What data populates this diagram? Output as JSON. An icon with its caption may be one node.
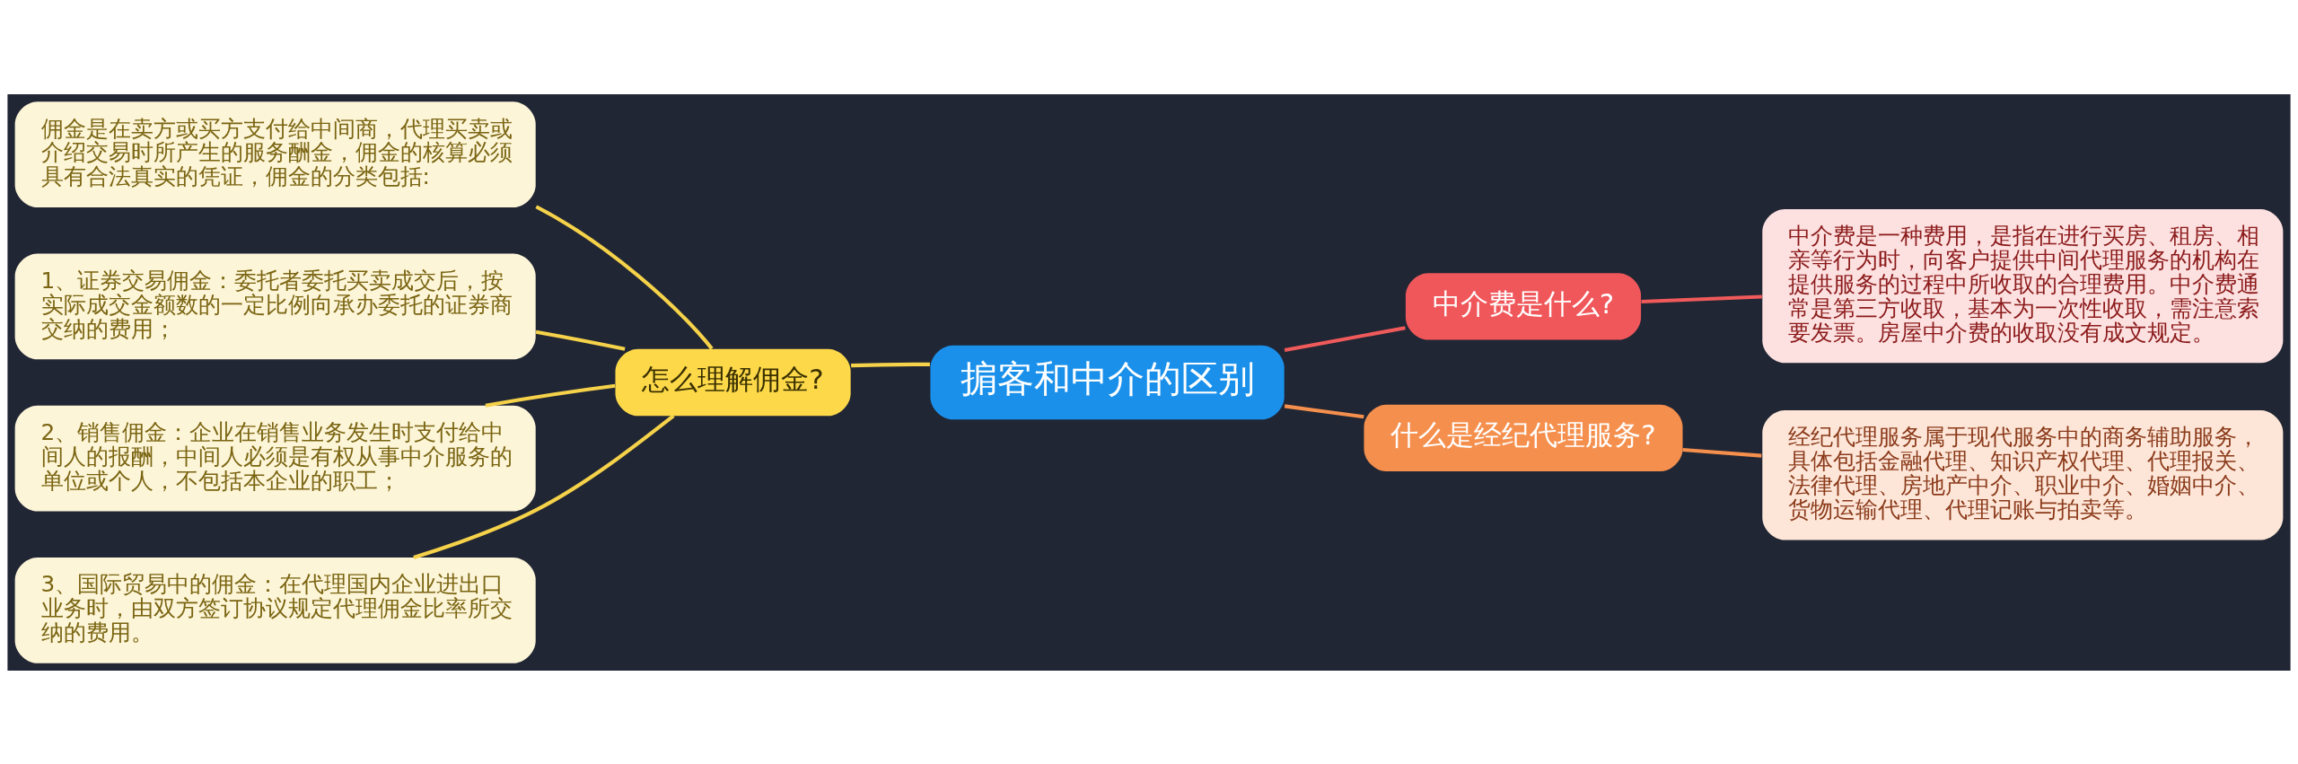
{
  "diagram": {
    "nodes": [
      {
        "text": [
          "掮客和中介的区别"
        ]
      },
      {
        "text": [
          "中介费是什么?"
        ]
      },
      {
        "text": [
          "中介费是一种费用，是指在进行买房、租房、相亲等行为时，向客户提供中间代理服务的机构在提供服务的过程中所收取的合理费用。中介费通常是第三方收取，基本为一次性收取，需注意索要发票。房屋中介费的收取没有成文规定。"
        ]
      },
      {
        "text": [
          "什么是经纪代理服务?"
        ]
      },
      {
        "text": [
          "经纪代理服务属于现代服务中的商务辅助服务，具体包括金融代理、知识产权代理、代理报关、法律代理、房地产中介、职业中介、婚姻中介、货物运输代理、代理记账与拍卖等。"
        ]
      },
      {
        "text": [
          "怎么理解佣金?"
        ]
      },
      {
        "text": [
          "佣金是在卖方或买方支付给中间商，代理买卖或介绍交易时所产生的服务酬金，佣金的核算必须具有合法真实的凭证，佣金的分类包括:"
        ]
      },
      {
        "text": [
          "1、证券交易佣金：委托者委托买卖成交后，按实际成交金额数的一定比例向承办委托的证券商交纳的费用；"
        ]
      },
      {
        "text": [
          "2、销售佣金：企业在销售业务发生时支付给中间人的报酬，中间人必须是有权从事中介服务的单位或个人，不包括本企业的职工；"
        ]
      },
      {
        "text": [
          "3、国际贸易中的佣金：在代理国内企业进出口业务时，由双方签订协议规定代理佣金比率所交纳的费用。"
        ]
      }
    ],
    "edges": [
      {
        "from": 0,
        "to": 1,
        "arrow": "none",
        "color": "#f05a5a"
      },
      {
        "from": 1,
        "to": 2,
        "arrow": "none",
        "color": "#f05a5a"
      },
      {
        "from": 0,
        "to": 3,
        "arrow": "none",
        "color": "#f58f4d"
      },
      {
        "from": 3,
        "to": 4,
        "arrow": "none",
        "color": "#f58f4d"
      },
      {
        "from": 0,
        "to": 5,
        "arrow": "none"
      },
      {
        "from": 5,
        "to": 6,
        "arrow": "none"
      },
      {
        "from": 5,
        "to": 7,
        "arrow": "none"
      },
      {
        "from": 5,
        "to": 8,
        "arrow": "none"
      },
      {
        "from": 5,
        "to": 9,
        "arrow": "none"
      }
    ]
  }
}
